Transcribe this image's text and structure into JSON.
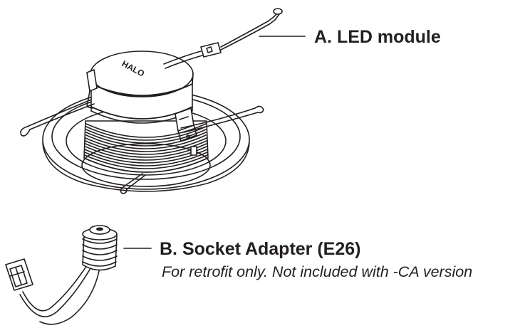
{
  "parts": [
    {
      "id": "A",
      "label": "A. LED module"
    },
    {
      "id": "B",
      "label": "B. Socket Adapter (E26)",
      "note": "For retrofit only. Not included with -CA version"
    }
  ],
  "module_logo": "HALO",
  "colors": {
    "line": "#231f20",
    "background": "#ffffff"
  }
}
